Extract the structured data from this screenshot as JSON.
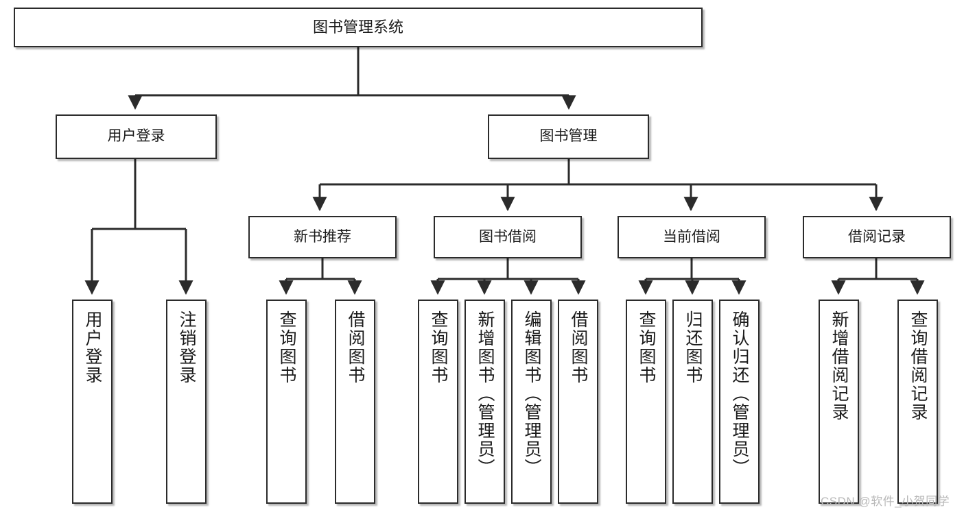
{
  "diagram": {
    "type": "tree",
    "title": "图书管理系统",
    "root": {
      "id": "root",
      "label": "图书管理系统"
    },
    "level2": [
      {
        "id": "user-login",
        "label": "用户登录"
      },
      {
        "id": "book-manage",
        "label": "图书管理"
      }
    ],
    "level3": [
      {
        "id": "new-book-rec",
        "label": "新书推荐"
      },
      {
        "id": "book-borrow",
        "label": "图书借阅"
      },
      {
        "id": "current-borrow",
        "label": "当前借阅"
      },
      {
        "id": "borrow-record",
        "label": "借阅记录"
      }
    ],
    "leaves": {
      "user_login": [
        {
          "id": "leaf-user-login",
          "label": "用户登录"
        },
        {
          "id": "leaf-logout",
          "label": "注销登录"
        }
      ],
      "new_book_rec": [
        {
          "id": "leaf-query-book-1",
          "label": "查询图书"
        },
        {
          "id": "leaf-borrow-book-1",
          "label": "借阅图书"
        }
      ],
      "book_borrow": [
        {
          "id": "leaf-query-book-2",
          "label": "查询图书"
        },
        {
          "id": "leaf-add-book",
          "label": "新增图书（管理员）"
        },
        {
          "id": "leaf-edit-book",
          "label": "编辑图书（管理员）"
        },
        {
          "id": "leaf-borrow-book-2",
          "label": "借阅图书"
        }
      ],
      "current_borrow": [
        {
          "id": "leaf-query-book-3",
          "label": "查询图书"
        },
        {
          "id": "leaf-return-book",
          "label": "归还图书"
        },
        {
          "id": "leaf-confirm-return",
          "label": "确认归还（管理员）"
        }
      ],
      "borrow_record": [
        {
          "id": "leaf-add-record",
          "label": "新增借阅记录"
        },
        {
          "id": "leaf-query-record",
          "label": "查询借阅记录"
        }
      ]
    },
    "colors": {
      "box_border": "#2b2b2b",
      "box_fill": "#ffffff",
      "connector": "#2b2b2b",
      "text": "#1a1a1a",
      "watermark": "#b9b9b9"
    }
  },
  "watermark": {
    "text": "CSDN @软件_小贺同学"
  }
}
